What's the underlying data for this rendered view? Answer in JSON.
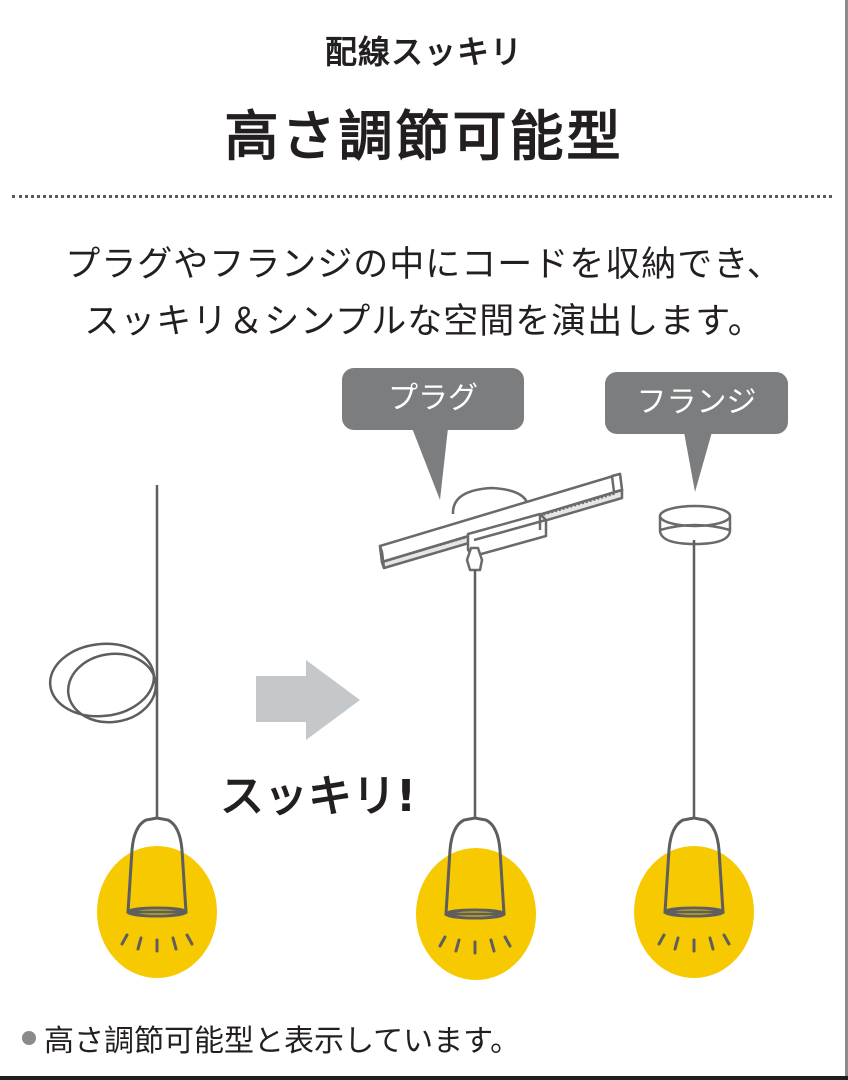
{
  "header": {
    "subtitle": "配線スッキリ",
    "title": "高さ調節可能型"
  },
  "description": {
    "line1": "プラグやフランジの中にコードを収納でき、",
    "line2": "スッキリ＆シンプルな空間を演出します。"
  },
  "illustration": {
    "labels": {
      "plug": "プラグ",
      "flange": "フランジ"
    },
    "arrow_caption": "スッキリ!",
    "colors": {
      "light_glow": "#f6c900",
      "line": "#5e5e5e",
      "bubble": "#7b7d7e",
      "arrow": "#c4c8ca"
    },
    "pendants": [
      {
        "name": "pendant-with-coiled-cord"
      },
      {
        "name": "pendant-with-plug"
      },
      {
        "name": "pendant-with-flange"
      }
    ]
  },
  "footer": {
    "note": "高さ調節可能型と表示しています。"
  }
}
